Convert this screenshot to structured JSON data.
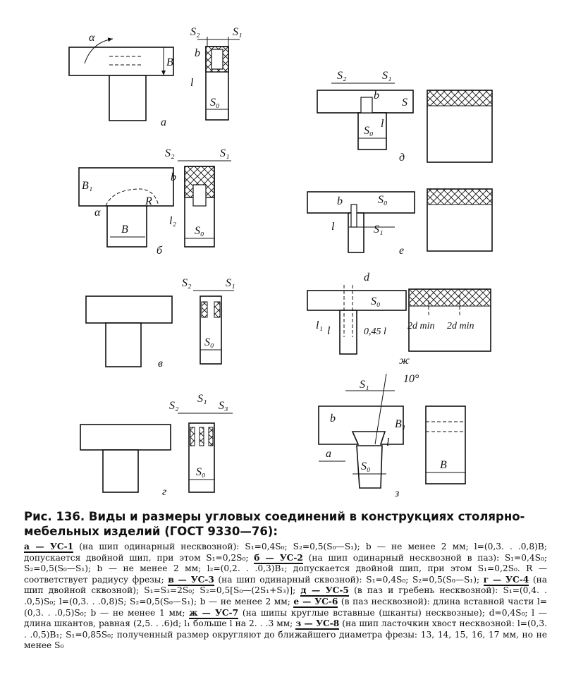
{
  "figure": {
    "panel_a": {
      "letter": "а",
      "angle": "α",
      "width": "B",
      "s2": "S₂",
      "s1": "S₁",
      "b": "b",
      "l": "l",
      "s0": "S₀"
    },
    "panel_b": {
      "letter": "б",
      "s2": "S₂",
      "s1": "S₁",
      "b1": "B₁",
      "b": "b",
      "l2": "l₂",
      "alpha": "α",
      "r": "R",
      "width": "B",
      "s0": "S₀"
    },
    "panel_v": {
      "letter": "в",
      "s2": "S₂",
      "s1": "S₁",
      "s0": "S₀"
    },
    "panel_g": {
      "letter": "г",
      "s2": "S₂",
      "s1": "S₁",
      "s3": "S₃",
      "s0": "S₀"
    },
    "panel_d": {
      "letter": "д",
      "s2": "S₂",
      "s1": "S₁",
      "b": "b",
      "s": "S",
      "l": "l",
      "s0": "S₀"
    },
    "panel_e": {
      "letter": "е",
      "b": "b",
      "l": "l",
      "s0": "S₀",
      "s1": "S₁"
    },
    "panel_zh": {
      "letter": "ж",
      "d": "d",
      "s0": "S₀",
      "l1": "l₁",
      "l": "l",
      "dim": "0,45 l",
      "min1": "2d min",
      "min2": "2d min"
    },
    "panel_z": {
      "letter": "з",
      "s1": "S₁",
      "angle": "10°",
      "b": "b",
      "b1": "B₁",
      "l": "l",
      "a": "a",
      "s0": "S₀",
      "width": "B"
    }
  },
  "caption": {
    "number": "Рис. 136.",
    "title": "Виды и размеры угловых соединений в конструкциях столярно-мебельных изделий (ГОСТ 9330—76):"
  },
  "description": {
    "a_code": "а — УС-1",
    "a_text": " (на шип одинарный несквозной): S₁=0,4S₀; S₂=0,5(S₀—S₁); b — не менее 2 мм; l=(0,3. . .0,8)B; допускается двойной шип, при этом S₁=0,2S₀; ",
    "b_code": "б — УС-2",
    "b_text": " (на шип одинарный несквозной в паз): S₁=0,4S₀; S₂=0,5(S₀—S₁); b — не менее 2 мм; l₂=(0,2. . .0,3)B₁; допускается двойной шип, при этом S₁=0,2S₀. R — соответствует радиусу фрезы; ",
    "v_code": "в — УС-3",
    "v_text": " (на шип одинарный сквозной): S₁=0,4S₀; S₂=0,5(S₀—S₁); ",
    "g_code": "г — УС-4",
    "g_text": " (на шип двойной сквозной); S₁=S₃=2S₀; S₂=0,5[S₀—(2S₁+S₃)]; ",
    "d_code": "д — УС-5",
    "d_text": " (в паз и гребень несквозной): S₁=(0,4. . .0,5)S₀; l=(0,3. . .0,8)S; S₂=0,5(S₀—S₁); b — не менее 2 мм; ",
    "e_code": "е — УС-6",
    "e_text": " (в паз несквозной): длина вставной части l=(0,3. . .0,5)S₀; b — не менее 1 мм; ",
    "zh_code": "ж — УС-7",
    "zh_text": " (на шипы круглые вставные (шканты) несквозные); d=0,4S₀; l — длина шкантов, равная (2,5. . .6)d; l₁ больше l на 2. . .3 мм; ",
    "z_code": "з — УС-8",
    "z_text": " (на шип ласточкин хвост несквозной: l=(0,3. . .0,5)B₁; S₁=0,85S₀; полученный размер округляют до ближайшего диаметра фрезы: 13, 14, 15, 16, 17 мм, но не менее S₀"
  }
}
